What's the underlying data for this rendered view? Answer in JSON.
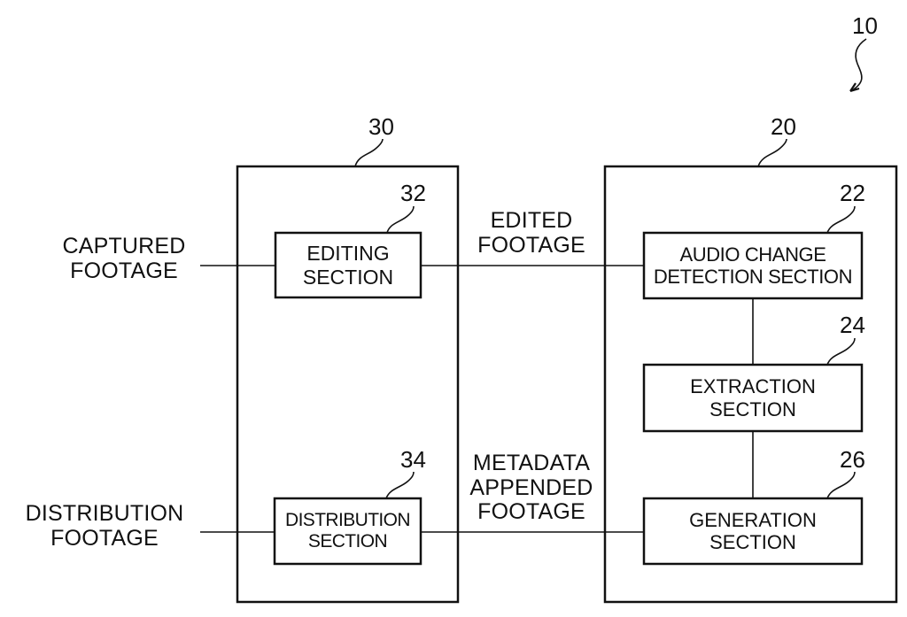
{
  "figure": {
    "system_ref": "10",
    "units": [
      {
        "ref": "30",
        "sections": [
          {
            "ref": "32",
            "line1": "EDITING",
            "line2": "SECTION"
          },
          {
            "ref": "34",
            "line1": "DISTRIBUTION",
            "line2": "SECTION"
          }
        ]
      },
      {
        "ref": "20",
        "sections": [
          {
            "ref": "22",
            "line1": "AUDIO CHANGE",
            "line2": "DETECTION SECTION"
          },
          {
            "ref": "24",
            "line1": "EXTRACTION",
            "line2": "SECTION"
          },
          {
            "ref": "26",
            "line1": "GENERATION",
            "line2": "SECTION"
          }
        ]
      }
    ],
    "signals": {
      "captured": {
        "line1": "CAPTURED",
        "line2": "FOOTAGE"
      },
      "distribution": {
        "line1": "DISTRIBUTION",
        "line2": "FOOTAGE"
      },
      "edited": {
        "line1": "EDITED",
        "line2": "FOOTAGE"
      },
      "metadata": {
        "line1": "METADATA",
        "line2": "APPENDED",
        "line3": "FOOTAGE"
      }
    }
  }
}
